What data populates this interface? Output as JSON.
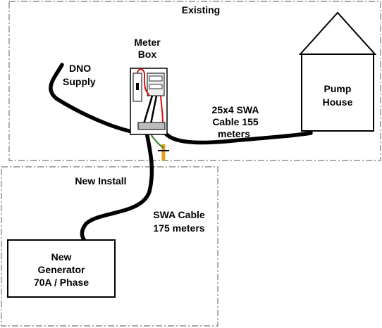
{
  "regions": {
    "existing": {
      "label": "Existing"
    },
    "new_install": {
      "label": "New Install"
    }
  },
  "meter_box": {
    "label_line1": "Meter",
    "label_line2": "Box"
  },
  "dno": {
    "label_line1": "DNO",
    "label_line2": "Supply"
  },
  "pump_house": {
    "label_line1": "Pump",
    "label_line2": "House"
  },
  "cable_swa_25x4": {
    "line1": "25x4 SWA",
    "line2": "Cable 155",
    "line3": "meters"
  },
  "cable_swa_175": {
    "line1": "SWA Cable",
    "line2": "175 meters"
  },
  "generator": {
    "line1": "New",
    "line2": "Generator",
    "line3": "70A / Phase"
  },
  "colors": {
    "cable": "#000000",
    "live_wire": "#dd1111",
    "earth_wire": "#3a8a2a",
    "earth_rod": "#e0a020",
    "region_border": "#777777"
  }
}
